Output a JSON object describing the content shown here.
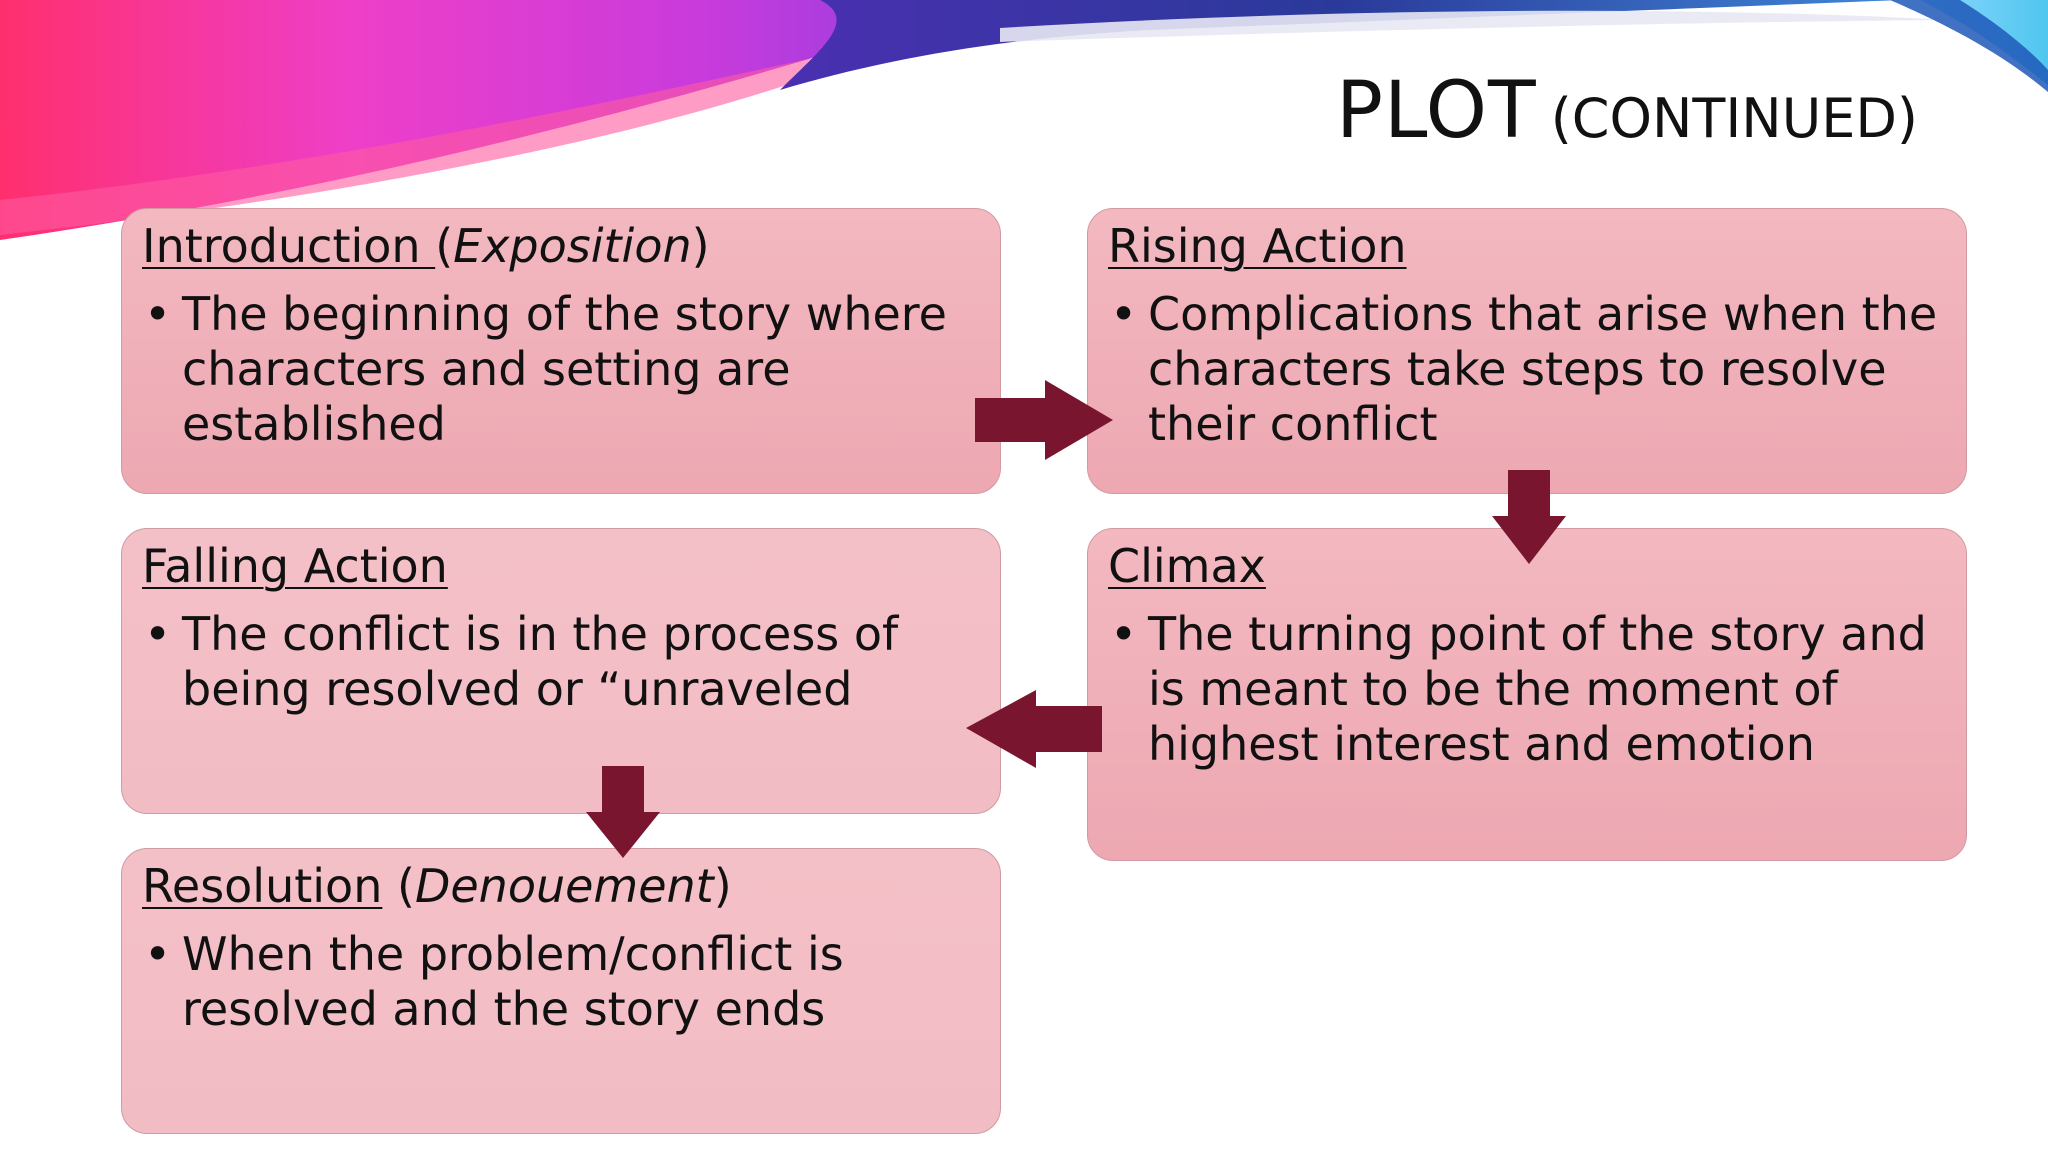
{
  "slide": {
    "title": "PLOT",
    "title_suffix": "(CONTINUED)"
  },
  "colors": {
    "box_fill": "#f1b2bb",
    "box_border": "#d29aa3",
    "arrow": "#7a1530",
    "swoosh_magenta": "#d63ad8",
    "swoosh_blue": "#2a3a9a",
    "swoosh_cyan": "#5fd0f0"
  },
  "flow": [
    {
      "heading": "Introduction ",
      "paren_open": "(",
      "sub": "Exposition",
      "paren_close": ")",
      "bullets": [
        "The beginning of the story where characters and setting are established"
      ]
    },
    {
      "heading": "Rising Action",
      "bullets": [
        "Complications that arise when the characters take steps to resolve their conflict"
      ]
    },
    {
      "heading": "Climax",
      "bullets": [
        "The turning point of the story and is meant to be the moment of highest interest and emotion"
      ]
    },
    {
      "heading": "Falling Action",
      "bullets": [
        "The conflict is in the process of being resolved or “unraveled"
      ]
    },
    {
      "heading": "Resolution",
      "paren_open": " (",
      "sub": "Denouement",
      "paren_close": ")",
      "bullets": [
        "When the problem/conflict is resolved and the story ends"
      ]
    }
  ],
  "arrows": [
    {
      "icon": "arrow-right-icon"
    },
    {
      "icon": "arrow-down-icon"
    },
    {
      "icon": "arrow-left-icon"
    },
    {
      "icon": "arrow-down-icon"
    }
  ]
}
